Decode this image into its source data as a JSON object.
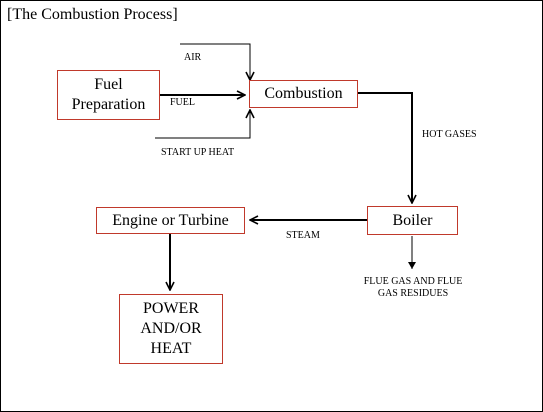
{
  "diagram": {
    "title": "[The Combustion Process]",
    "nodes": {
      "fuel_preparation": "Fuel\nPreparation",
      "combustion": "Combustion",
      "boiler": "Boiler",
      "engine_turbine": "Engine or Turbine",
      "power_heat": "POWER\nAND/OR\nHEAT"
    },
    "edge_labels": {
      "air": "AIR",
      "fuel": "FUEL",
      "start_up_heat": "START UP HEAT",
      "hot_gases": "HOT GASES",
      "steam": "STEAM",
      "flue_gas": "FLUE GAS AND FLUE\nGAS RESIDUES"
    },
    "colors": {
      "box_border": "#c0392b",
      "line": "#000000"
    }
  }
}
